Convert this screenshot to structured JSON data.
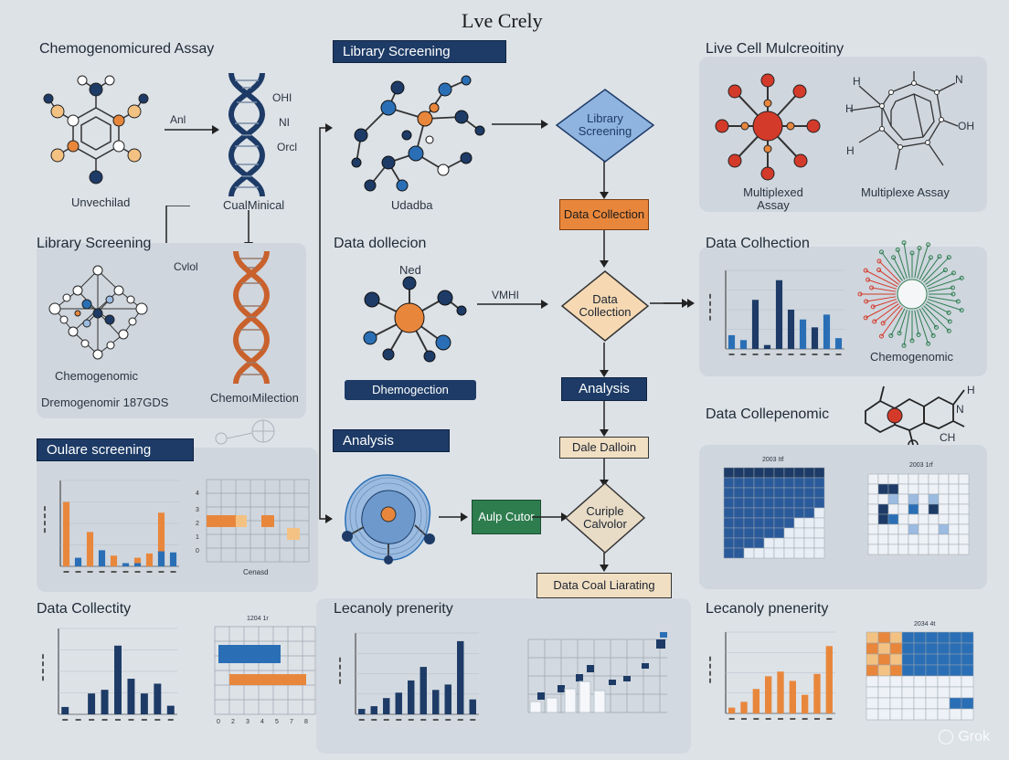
{
  "header": {
    "title": "Lve Crely"
  },
  "left": {
    "title1": "Chemogenomicured Assay",
    "arrow1_label": "Anl",
    "dna_labels": [
      "OHI",
      "NI",
      "Orcl"
    ],
    "molecule1_label": "Unvechilad",
    "dna1_caption": "CualMinical",
    "title2": "Library Screening",
    "dna2_label": "Cvlol",
    "molecule2_label": "Chemogenomic",
    "molecule2_sub": "Dremogenomir 187GDS",
    "dna2_caption": "ChemoıMilection",
    "section3": "Oulare screening",
    "section4": "Data Collectity",
    "chart4_title": "1204 1r",
    "grid3_title": "Cenasd"
  },
  "middle": {
    "title1": "Library Screening",
    "molecule1_label": "Udadba",
    "title2": "Data dollecion",
    "molecule2_top": "Ned",
    "arrow_label": "VMHI",
    "label_dark": "Dhemogection",
    "title3": "Analysis",
    "box_green": "Aulp Cutor",
    "title4": "Lecanoly prenerity"
  },
  "flow": {
    "diamond1": "Library Screening",
    "box1": "Data Collection",
    "diamond2": "Data Collection",
    "box2": "Analysis",
    "box3": "Dale Dalloin",
    "diamond3": "Curiple Calvolor",
    "box4": "Data Coal Liarating"
  },
  "right": {
    "title1": "Live Cell Mulcreoitiny",
    "mol1_label": "Multiplexed Assay",
    "mol2_label": "Multiplexe Assay",
    "mol2_atoms": [
      "H",
      "N",
      "H",
      "OH",
      "H"
    ],
    "title2": "Data Colhection",
    "circle_label": "Chemogenomic",
    "title3": "Data Collepenomic",
    "mol3_atoms": [
      "H",
      "N",
      "CH"
    ],
    "heat1_title": "2003 Itf",
    "heat2_title": "2003 1rf",
    "title4": "Lecanoly pnenerity",
    "heat3_title": "2034 4t"
  },
  "watermark": "Grok",
  "colors": {
    "navy": "#1d3b66",
    "blue": "#2a6fb5",
    "orange": "#e8873c",
    "red": "#d43a2a",
    "green": "#2e7d4f",
    "panel": "#cfd6de"
  },
  "chart_data": [
    {
      "type": "bar",
      "name": "oulare-screening",
      "series": [
        {
          "color": "#e8873c",
          "values": [
            6,
            0,
            3.2,
            0,
            1,
            0,
            0.8,
            1.2,
            5,
            0
          ]
        },
        {
          "color": "#2a6fb5",
          "values": [
            0,
            0.8,
            0,
            1.5,
            0,
            0.3,
            0.3,
            0,
            1.4,
            1.3
          ]
        }
      ],
      "ylim": [
        0,
        8
      ]
    },
    {
      "type": "bar",
      "name": "data-collectity",
      "values": [
        0.6,
        0,
        1.7,
        2.0,
        5.6,
        2.9,
        1.7,
        2.5,
        0.7
      ],
      "ylim": [
        0,
        7
      ]
    },
    {
      "type": "bar",
      "name": "data-colhection",
      "values": [
        1.4,
        0.9,
        5.0,
        0.4,
        7.0,
        4.0,
        3.0,
        2.2,
        3.5,
        1.1
      ],
      "ylim": [
        0,
        8
      ]
    },
    {
      "type": "bar",
      "name": "lecanoly-prenerity",
      "values": [
        0.4,
        0.6,
        1.2,
        1.6,
        2.5,
        3.5,
        1.8,
        2.2,
        5.4,
        1.1
      ],
      "ylim": [
        0,
        6
      ]
    },
    {
      "type": "bar",
      "name": "lecanoly-pnenerity",
      "values": [
        0.5,
        1.0,
        2.1,
        3.2,
        3.6,
        2.8,
        1.6,
        3.4,
        5.8
      ],
      "ylim": [
        0,
        7
      ]
    }
  ]
}
